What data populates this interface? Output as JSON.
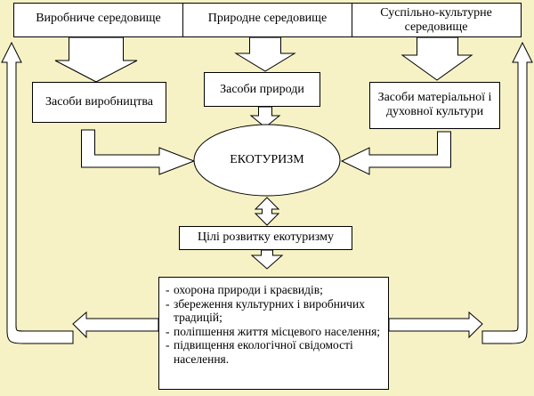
{
  "environments": {
    "production": "Виробниче середовище",
    "natural": "Природне середовище",
    "sociocultural": "Суспільно-культурне середовище"
  },
  "means": {
    "production": "Засоби виробництва",
    "nature": "Засоби природи",
    "culture": "Засоби матеріальної і духовної культури"
  },
  "center": {
    "label": "ЕКОТУРИЗМ"
  },
  "goals": {
    "title": "Цілі розвитку екотуризму",
    "items": [
      "охорона природи і краєвидів;",
      "збереження культурних  і виробничих традицій;",
      "поліпшення життя місцевого населення;",
      "підвищення екологічної свідомості населення."
    ]
  },
  "colors": {
    "background": "#f6f2c5",
    "box_fill": "#ffffff",
    "stroke": "#000000"
  }
}
